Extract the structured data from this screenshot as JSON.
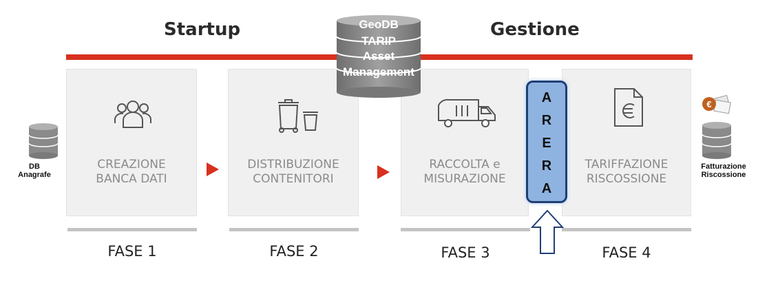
{
  "headings": {
    "startup": "Startup",
    "gestione": "Gestione"
  },
  "center_db": {
    "layers": [
      "GeoDB",
      "TARIP",
      "Asset",
      "Management"
    ]
  },
  "left_db": {
    "label": "DB\nAnagrafe"
  },
  "right_db": {
    "label": "Fatturazione\nRiscossione"
  },
  "phases": [
    {
      "title": "CREAZIONE\nBANCA DATI",
      "phase": "FASE 1",
      "icon": "people-icon"
    },
    {
      "title": "DISTRIBUZIONE\nCONTENITORI",
      "phase": "FASE 2",
      "icon": "bins-icon"
    },
    {
      "title": "RACCOLTA e\nMISURAZIONE",
      "phase": "FASE 3",
      "icon": "truck-icon"
    },
    {
      "title": "TARIFFAZIONE\nRISCOSSIONE",
      "phase": "FASE 4",
      "icon": "euro-document-icon"
    }
  ],
  "arera": {
    "letters": [
      "A",
      "R",
      "E",
      "R",
      "A"
    ]
  },
  "colors": {
    "accent": "#d9301f",
    "arera_fill": "#8fb3e0",
    "arera_border": "#1f3f73",
    "db_gray": "#8a8a8a"
  }
}
